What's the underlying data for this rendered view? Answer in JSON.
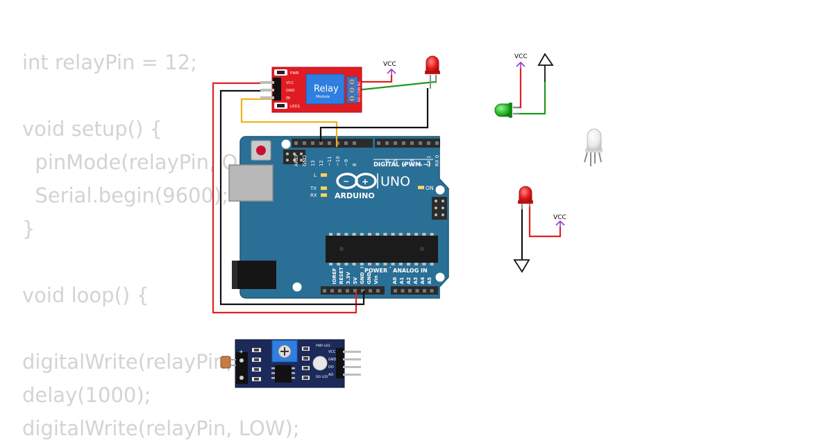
{
  "code": {
    "lines": [
      "int relayPin = 12;",
      "",
      "void setup() {",
      "  pinMode(relayPin, OUTPUT);",
      "  Serial.begin(9600);",
      "}",
      "",
      "void loop() {",
      "",
      "digitalWrite(relayPin, HIGH);",
      "delay(1000);",
      "digitalWrite(relayPin, LOW);"
    ]
  },
  "relay": {
    "title": "Relay",
    "subtitle": "Module",
    "pin_pwr": "PWR",
    "pin_vcc": "VCC",
    "pin_gnd": "GND",
    "pin_in": "IN",
    "pin_led1": "LED1",
    "terminal_labels": "NO COM NC"
  },
  "arduino": {
    "brand": "ARDUINO",
    "model": "UNO",
    "digital_label": "DIGITAL (PWM ~)",
    "power_label": "POWER",
    "analog_label": "ANALOG IN",
    "led_l": "L",
    "led_tx": "TX",
    "led_rx": "RX",
    "led_on": "ON",
    "digital_pins": [
      "AREF",
      "GND",
      "13",
      "12",
      "~11",
      "~10",
      "~9",
      "8",
      "7",
      "~6",
      "~5",
      "4",
      "~3",
      "2",
      "TX 1",
      "RX 0"
    ],
    "power_pins": [
      "IOREF",
      "RESET",
      "3.3V",
      "5V",
      "GND",
      "GND",
      "Vin"
    ],
    "analog_pins": [
      "A0",
      "A1",
      "A2",
      "A3",
      "A4",
      "A5"
    ]
  },
  "sensor": {
    "pwr_led": "PWR LED",
    "do_led": "DO LED",
    "pin_vcc": "VCC",
    "pin_gnd": "GND",
    "pin_do": "DO",
    "pin_ao": "AO"
  },
  "labels": {
    "vcc": "VCC"
  },
  "colors": {
    "arduino_board": "#2a6f96",
    "relay_board": "#e11b22",
    "sensor_board": "#1c2a5a",
    "wire_red": "#e02020",
    "wire_black": "#111111",
    "wire_green": "#1a9a1a",
    "wire_yellow": "#f0b21a",
    "vcc_symbol": "#9b3cc0"
  }
}
